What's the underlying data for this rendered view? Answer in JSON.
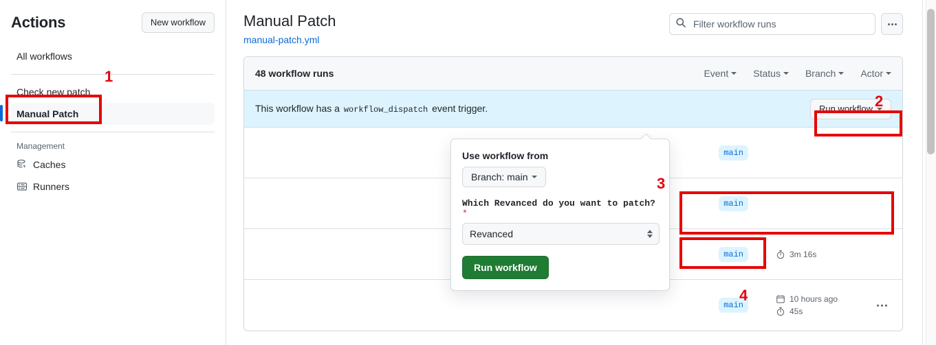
{
  "sidebar": {
    "title": "Actions",
    "new_workflow_label": "New workflow",
    "items": [
      {
        "label": "All workflows"
      },
      {
        "label": "Check new patch"
      },
      {
        "label": "Manual Patch"
      }
    ],
    "section_label": "Management",
    "management": [
      {
        "label": "Caches",
        "icon": "cache-icon"
      },
      {
        "label": "Runners",
        "icon": "runners-icon"
      }
    ]
  },
  "header": {
    "title": "Manual Patch",
    "file_link": "manual-patch.yml",
    "search_placeholder": "Filter workflow runs",
    "search_value": "",
    "search_icon": "search-icon",
    "kebab_icon": "kebab-menu-icon"
  },
  "runs": {
    "count_label": "48 workflow runs",
    "filters": [
      {
        "label": "Event"
      },
      {
        "label": "Status"
      },
      {
        "label": "Branch"
      },
      {
        "label": "Actor"
      }
    ],
    "dispatch_banner": {
      "text_before": "This workflow has a",
      "code": "workflow_dispatch",
      "text_after": "event trigger.",
      "run_button_label": "Run workflow"
    },
    "rows": [
      {
        "branch": "main",
        "age": "",
        "duration": ""
      },
      {
        "branch": "main",
        "age": "",
        "duration": ""
      },
      {
        "branch": "main",
        "age": "",
        "duration": "3m 16s"
      },
      {
        "branch": "main",
        "age": "10 hours ago",
        "duration": "45s"
      }
    ]
  },
  "dropdown": {
    "use_workflow_from_label": "Use workflow from",
    "branch_selector_label": "Branch: main",
    "field_label": "Which Revanced do you want to patch?",
    "required_marker": "*",
    "field_value": "Revanced",
    "submit_label": "Run workflow"
  },
  "annotations": {
    "n1": "1",
    "n2": "2",
    "n3": "3",
    "n4": "4"
  },
  "colors": {
    "accent_blue": "#0969da",
    "green_button": "#1f7c33",
    "annotation_red": "#e8000b",
    "banner_blue": "#ddf4ff",
    "top_strip_orange": "#ff7b59"
  }
}
